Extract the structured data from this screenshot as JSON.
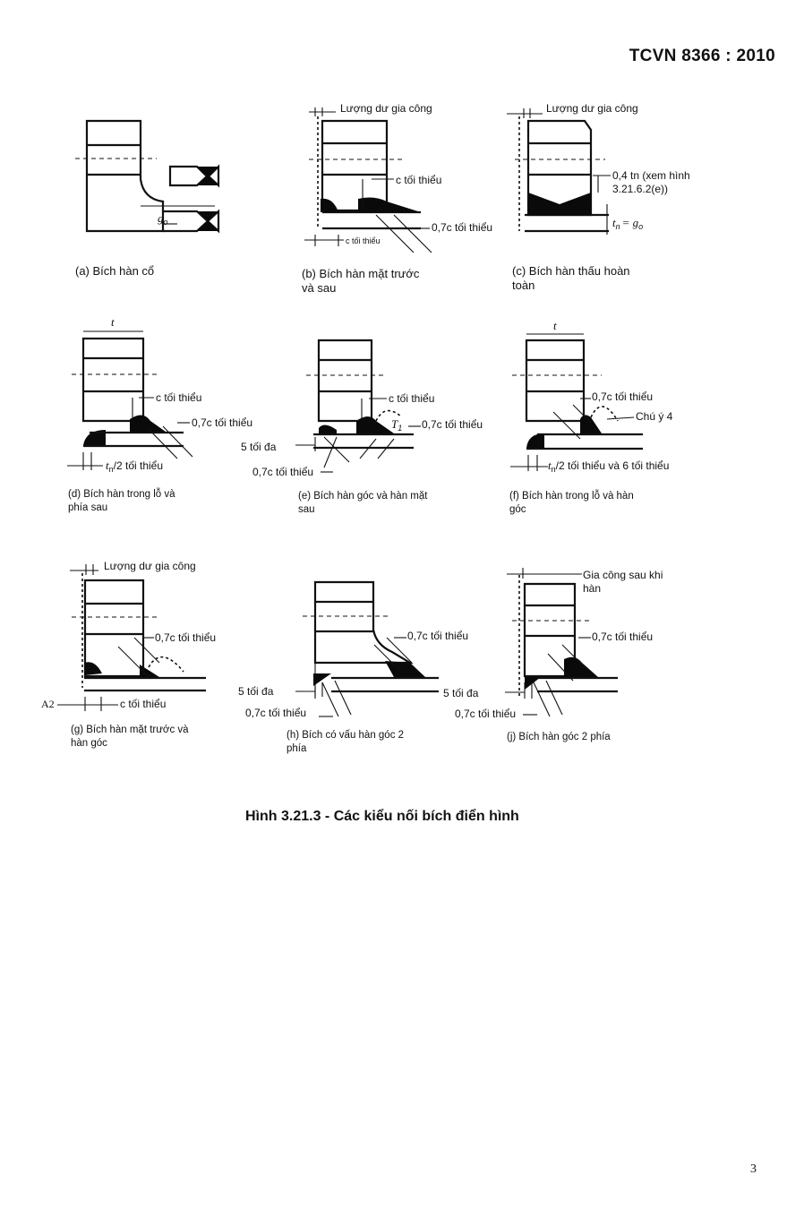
{
  "header": {
    "standard_code": "TCVN 8366 : 2010"
  },
  "panels": [
    {
      "id": "a",
      "caption": "(a) Bích hàn cổ",
      "labels": {
        "g0": "g",
        "g0_sub": "o"
      }
    },
    {
      "id": "b",
      "caption_line1": "(b) Bích hàn mặt trước",
      "caption_line2": "và sau",
      "labels": {
        "machining": "Lượng dư gia công",
        "c_min": "c tối thiểu",
        "c07_min": "0,7c tối thiểu",
        "c_min_small": "c tối thiểu"
      }
    },
    {
      "id": "c",
      "caption_line1": "(c) Bích hàn thấu hoàn",
      "caption_line2": "toàn",
      "labels": {
        "machining": "Lượng dư gia công",
        "t04_line1": "0,4 tn (xem hình",
        "t04_line2": "3.21.6.2(e))",
        "tn_eq": "t",
        "tn_sub": "n",
        "tn_rhs": "= g",
        "tn_rhs_sub": "o"
      }
    },
    {
      "id": "d",
      "caption_line1": "(d) Bích hàn trong lỗ và",
      "caption_line2": "phía sau",
      "labels": {
        "t": "t",
        "c_min": "c tối thiểu",
        "c07_min": "0,7c tối thiểu",
        "tn2_min": "t",
        "tn2_rest": "/2 tối thiểu",
        "tn2_sub": "n"
      }
    },
    {
      "id": "e",
      "caption_line1": "(e) Bích hàn góc và hàn mặt",
      "caption_line2": "sau",
      "labels": {
        "c_min": "c tối thiểu",
        "c07_min_right": "0,7c tối thiểu",
        "five_max": "5 tối đa",
        "c07_min_bottom": "0,7c tối thiểu",
        "T1": "T",
        "T1_sub": "1"
      }
    },
    {
      "id": "f",
      "caption_line1": "(f) Bích hàn trong lỗ  và hàn",
      "caption_line2": "góc",
      "labels": {
        "t": "t",
        "c07_min": "0,7c tối thiểu",
        "note4": "Chú ý 4",
        "tn2_min": "t",
        "tn2_rest": "/2 tối thiểu và 6 tối thiểu",
        "tn2_sub": "n"
      }
    },
    {
      "id": "g",
      "caption_line1": "(g) Bích hàn mặt trước và",
      "caption_line2": "hàn góc",
      "labels": {
        "machining": "Lượng dư gia công",
        "c07_min": "0,7c tối thiểu",
        "c_min": "c tối thiểu",
        "a2": "A2"
      }
    },
    {
      "id": "h",
      "caption_line1": "(h) Bích có vấu hàn góc 2",
      "caption_line2": "phía",
      "labels": {
        "c07_min_top": "0,7c tối thiểu",
        "five_max": "5 tối đa",
        "c07_min_bottom": "0,7c tối thiểu"
      }
    },
    {
      "id": "j",
      "caption": "(j) Bích hàn góc 2 phía",
      "labels": {
        "post_weld_line1": "Gia công sau khi",
        "post_weld_line2": "hàn",
        "c07_min_top": "0,7c tối thiểu",
        "five_max": "5 tối đa",
        "c07_min_bottom": "0,7c tối thiểu"
      }
    }
  ],
  "figure": {
    "title": "Hình 3.21.3 - Các kiểu nối bích điển hình"
  },
  "footer": {
    "page_mark": "3"
  }
}
